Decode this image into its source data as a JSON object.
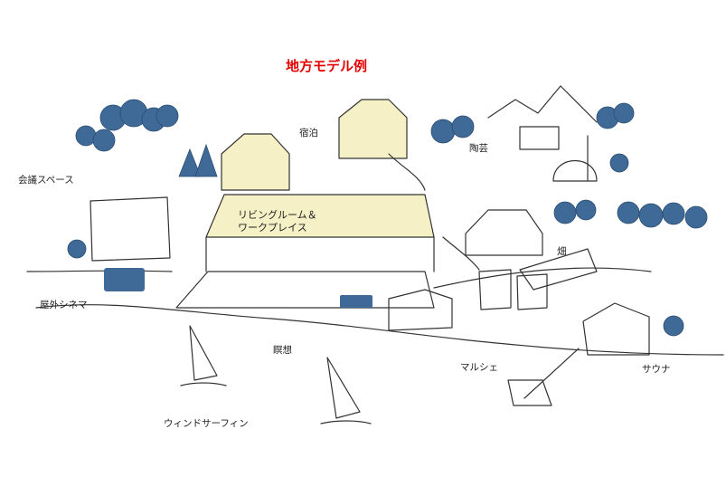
{
  "title": "地方モデル例",
  "labels": {
    "lodging": "宿泊",
    "pottery": "陶芸",
    "meeting_space": "会議スペース",
    "living_room_line1": "リビングルーム＆",
    "living_room_line2": "ワークプレイス",
    "field": "畑",
    "outdoor_cinema": "屋外シネマ",
    "meditation": "瞑想",
    "marche": "マルシェ",
    "sauna": "サウナ",
    "windsurfing": "ウィンドサーフィン"
  },
  "colors": {
    "title": "#e40000",
    "tree_blue": "#3f6a97",
    "roof_yellow": "#f6f0c6",
    "ink": "#2a2a2a"
  }
}
